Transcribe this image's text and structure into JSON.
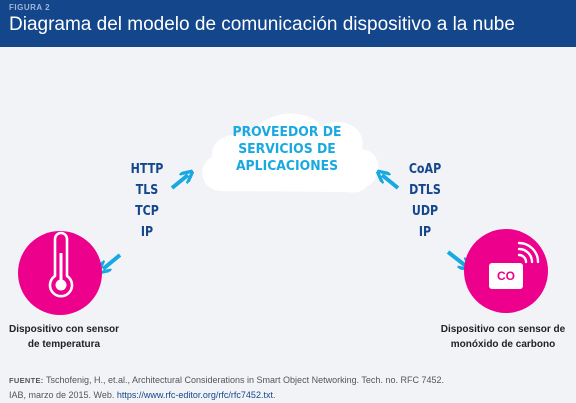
{
  "header": {
    "figure_label": "FIGURA 2",
    "title": "Diagrama del modelo de comunicación dispositivo a la nube"
  },
  "cloud": {
    "lines": [
      "PROVEEDOR DE",
      "SERVICIOS DE",
      "APLICACIONES"
    ],
    "text_color": "#19a9e1",
    "fill_color": "#ffffff"
  },
  "protocols_left": [
    "HTTP",
    "TLS",
    "TCP",
    "IP"
  ],
  "protocols_right": [
    "CoAP",
    "DTLS",
    "UDP",
    "IP"
  ],
  "devices": {
    "temperature": {
      "icon": "thermometer-icon",
      "label_lines": [
        "Dispositivo con sensor",
        "de temperatura"
      ]
    },
    "co": {
      "icon": "co-sensor-icon",
      "badge": "CO",
      "label_lines": [
        "Dispositivo con sensor de",
        "monóxido de carbono"
      ]
    }
  },
  "source": {
    "label": "FUENTE:",
    "text": " Tschofenig, H., et.al., Architectural Considerations in Smart Object Networking. Tech. no. RFC 7452.",
    "text2": "IAB, marzo de 2015. Web. ",
    "link": "https://www.rfc-editor.org/rfc/rfc7452.txt",
    "tail": "."
  },
  "colors": {
    "header_bg": "#14468c",
    "accent_magenta": "#ec008c",
    "arrow_blue": "#19a9e1",
    "protocol_text": "#14468c"
  }
}
